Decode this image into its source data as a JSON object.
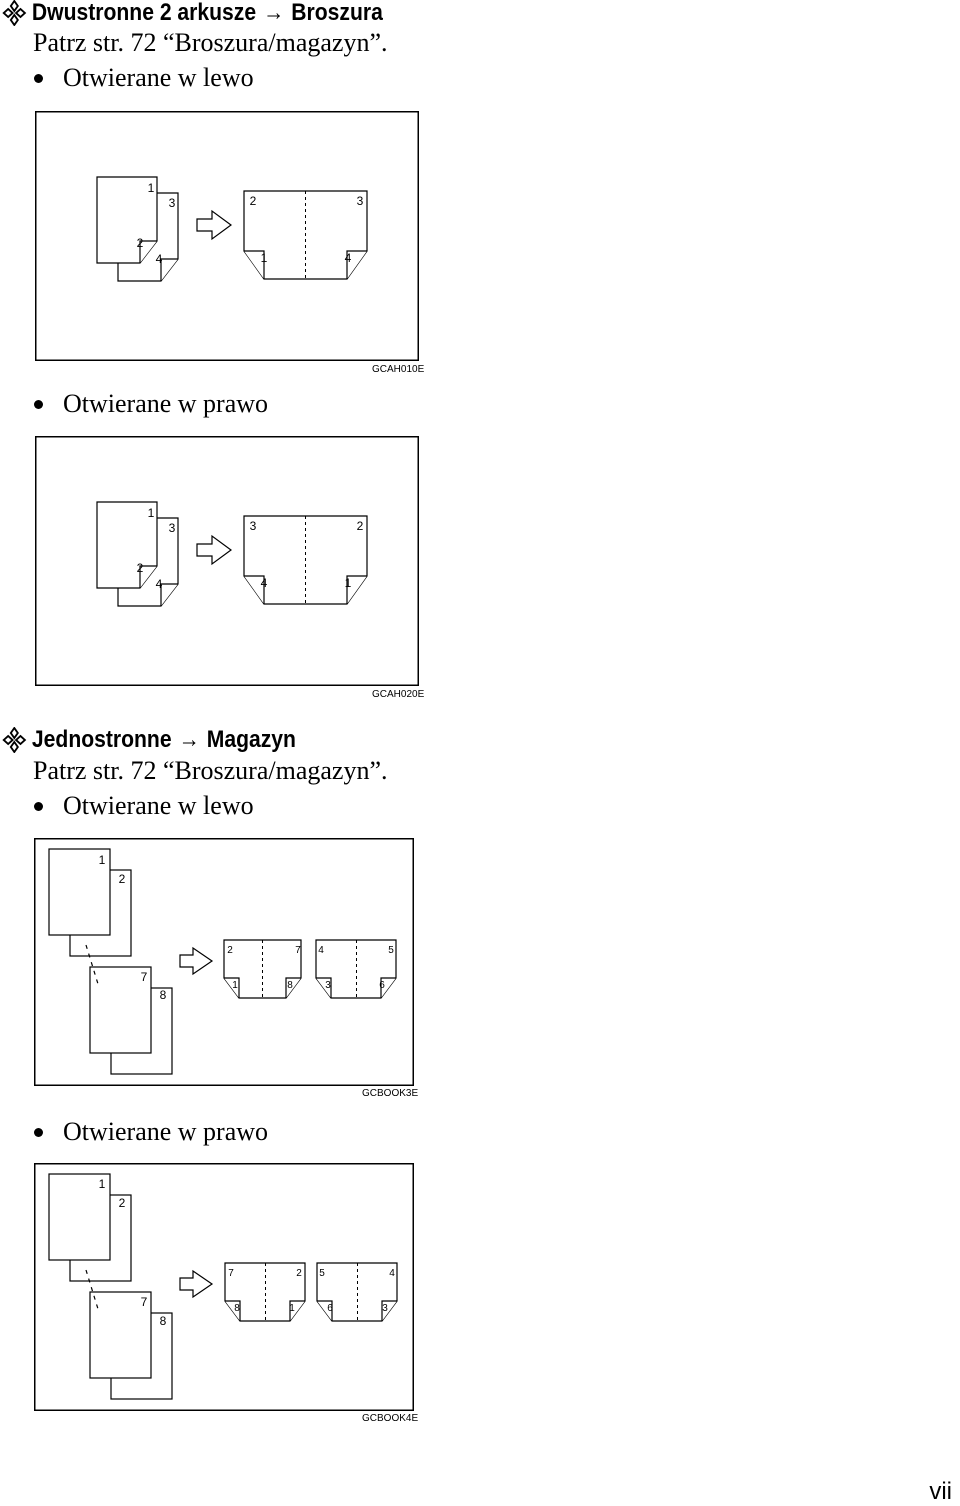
{
  "section1": {
    "heading_part1": "Dwustronne 2 arkusze",
    "arrow": "→",
    "heading_part2": "Broszura",
    "ref": "Patrz str. 72 “Broszura/magazyn”.",
    "left_label": "Otwierane w lewo",
    "right_label": "Otwierane w prawo",
    "fig1_code": "GCAH010E",
    "fig2_code": "GCAH020E",
    "fig1": {
      "sheet_top": "1",
      "sheet_back": "3",
      "sheet_mid": "2",
      "sheet_bot": "4",
      "book_tl": "2",
      "book_tr": "3",
      "book_bl": "1",
      "book_br": "4"
    },
    "fig2": {
      "sheet_top": "1",
      "sheet_back": "3",
      "sheet_mid": "2",
      "sheet_bot": "4",
      "book_tl": "3",
      "book_tr": "2",
      "book_bl": "4",
      "book_br": "1"
    }
  },
  "section2": {
    "heading_part1": "Jednostronne",
    "arrow": "→",
    "heading_part2": "Magazyn",
    "ref": "Patrz str. 72 “Broszura/magazyn”.",
    "left_label": "Otwierane w lewo",
    "right_label": "Otwierane w prawo",
    "fig3_code": "GCBOOK3E",
    "fig4_code": "GCBOOK4E",
    "fig3": {
      "p1": "1",
      "p2": "2",
      "p7": "7",
      "p8": "8",
      "b1_tl": "2",
      "b1_tr": "7",
      "b1_bl": "1",
      "b1_br": "8",
      "b2_tl": "4",
      "b2_tr": "5",
      "b2_bl": "3",
      "b2_br": "6"
    },
    "fig4": {
      "p1": "1",
      "p2": "2",
      "p7": "7",
      "p8": "8",
      "b1_tl": "7",
      "b1_tr": "2",
      "b1_bl": "8",
      "b1_br": "1",
      "b2_tl": "5",
      "b2_tr": "4",
      "b2_bl": "6",
      "b2_br": "3"
    }
  },
  "page_number": "vii"
}
